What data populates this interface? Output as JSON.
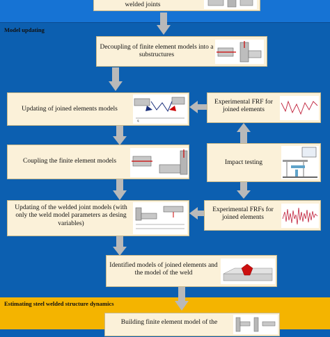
{
  "sections": {
    "model_updating": "Model updating",
    "estimating": "Estimating steel welded structure dynamics"
  },
  "boxes": {
    "top": "welded joints",
    "decoupling": "Decoupling of finite element models into a substructures",
    "updating_joined": "Updating of joined elements models",
    "experimental_frf": "Experimental FRF for joined elements",
    "coupling": "Coupling the finite element models",
    "impact": "Impact testing",
    "updating_welded": "Updating of the welded joint models (with only the weld model parameters as desing variables)",
    "experimental_frfs": "Experimental FRFs for joined elements",
    "identified": "Identified models of joined elements and the model of the weld",
    "building": "Building finite element model of the"
  },
  "colors": {
    "top_band": "#1673d4",
    "middle_band": "#0c5fb0",
    "bottom_band": "#f4b400",
    "box_fill": "#fbf1d9",
    "arrow": "#b9b9b9"
  }
}
